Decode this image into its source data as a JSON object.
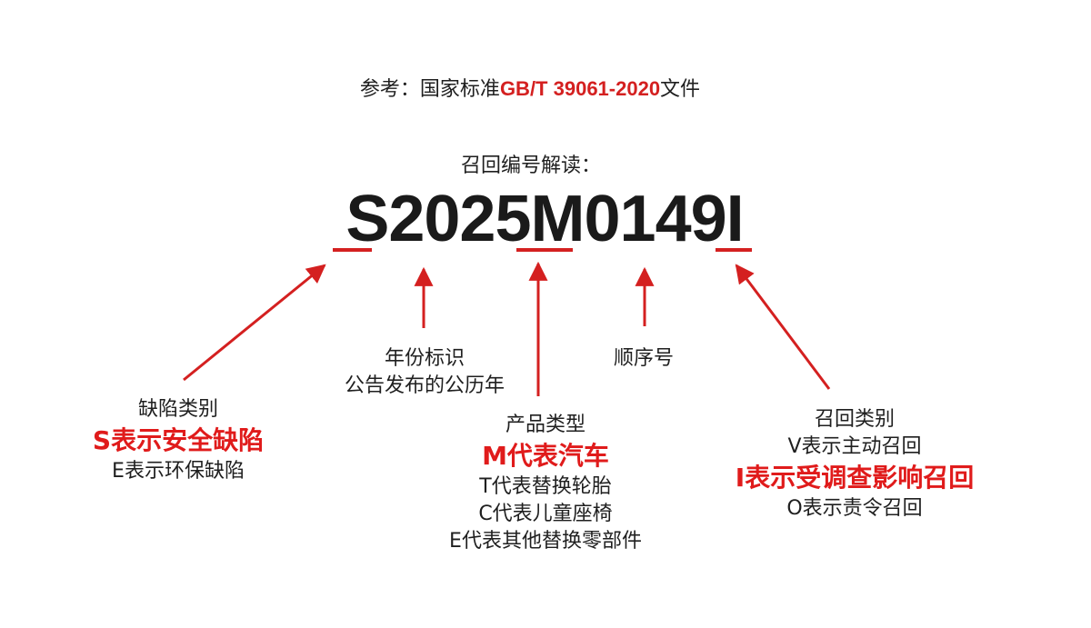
{
  "reference": {
    "prefix": "参考：国家标准",
    "standard": "GB/T 39061-2020",
    "suffix": "文件"
  },
  "subtitle": "召回编号解读：",
  "code": "S2025M0149I",
  "accent_color": "#d42020",
  "defect": {
    "title": "缺陷类别",
    "highlight": "S表示安全缺陷",
    "lines": [
      "E表示环保缺陷"
    ]
  },
  "year": {
    "lines": [
      "年份标识",
      "公告发布的公历年"
    ]
  },
  "product": {
    "title": "产品类型",
    "highlight": "M代表汽车",
    "lines": [
      "T代表替换轮胎",
      "C代表儿童座椅",
      "E代表其他替换零部件"
    ]
  },
  "sequence": {
    "label": "顺序号"
  },
  "recall": {
    "title": "召回类别",
    "lines_before": [
      "V表示主动召回"
    ],
    "highlight": "I表示受调查影响召回",
    "lines_after": [
      "O表示责令召回"
    ]
  }
}
